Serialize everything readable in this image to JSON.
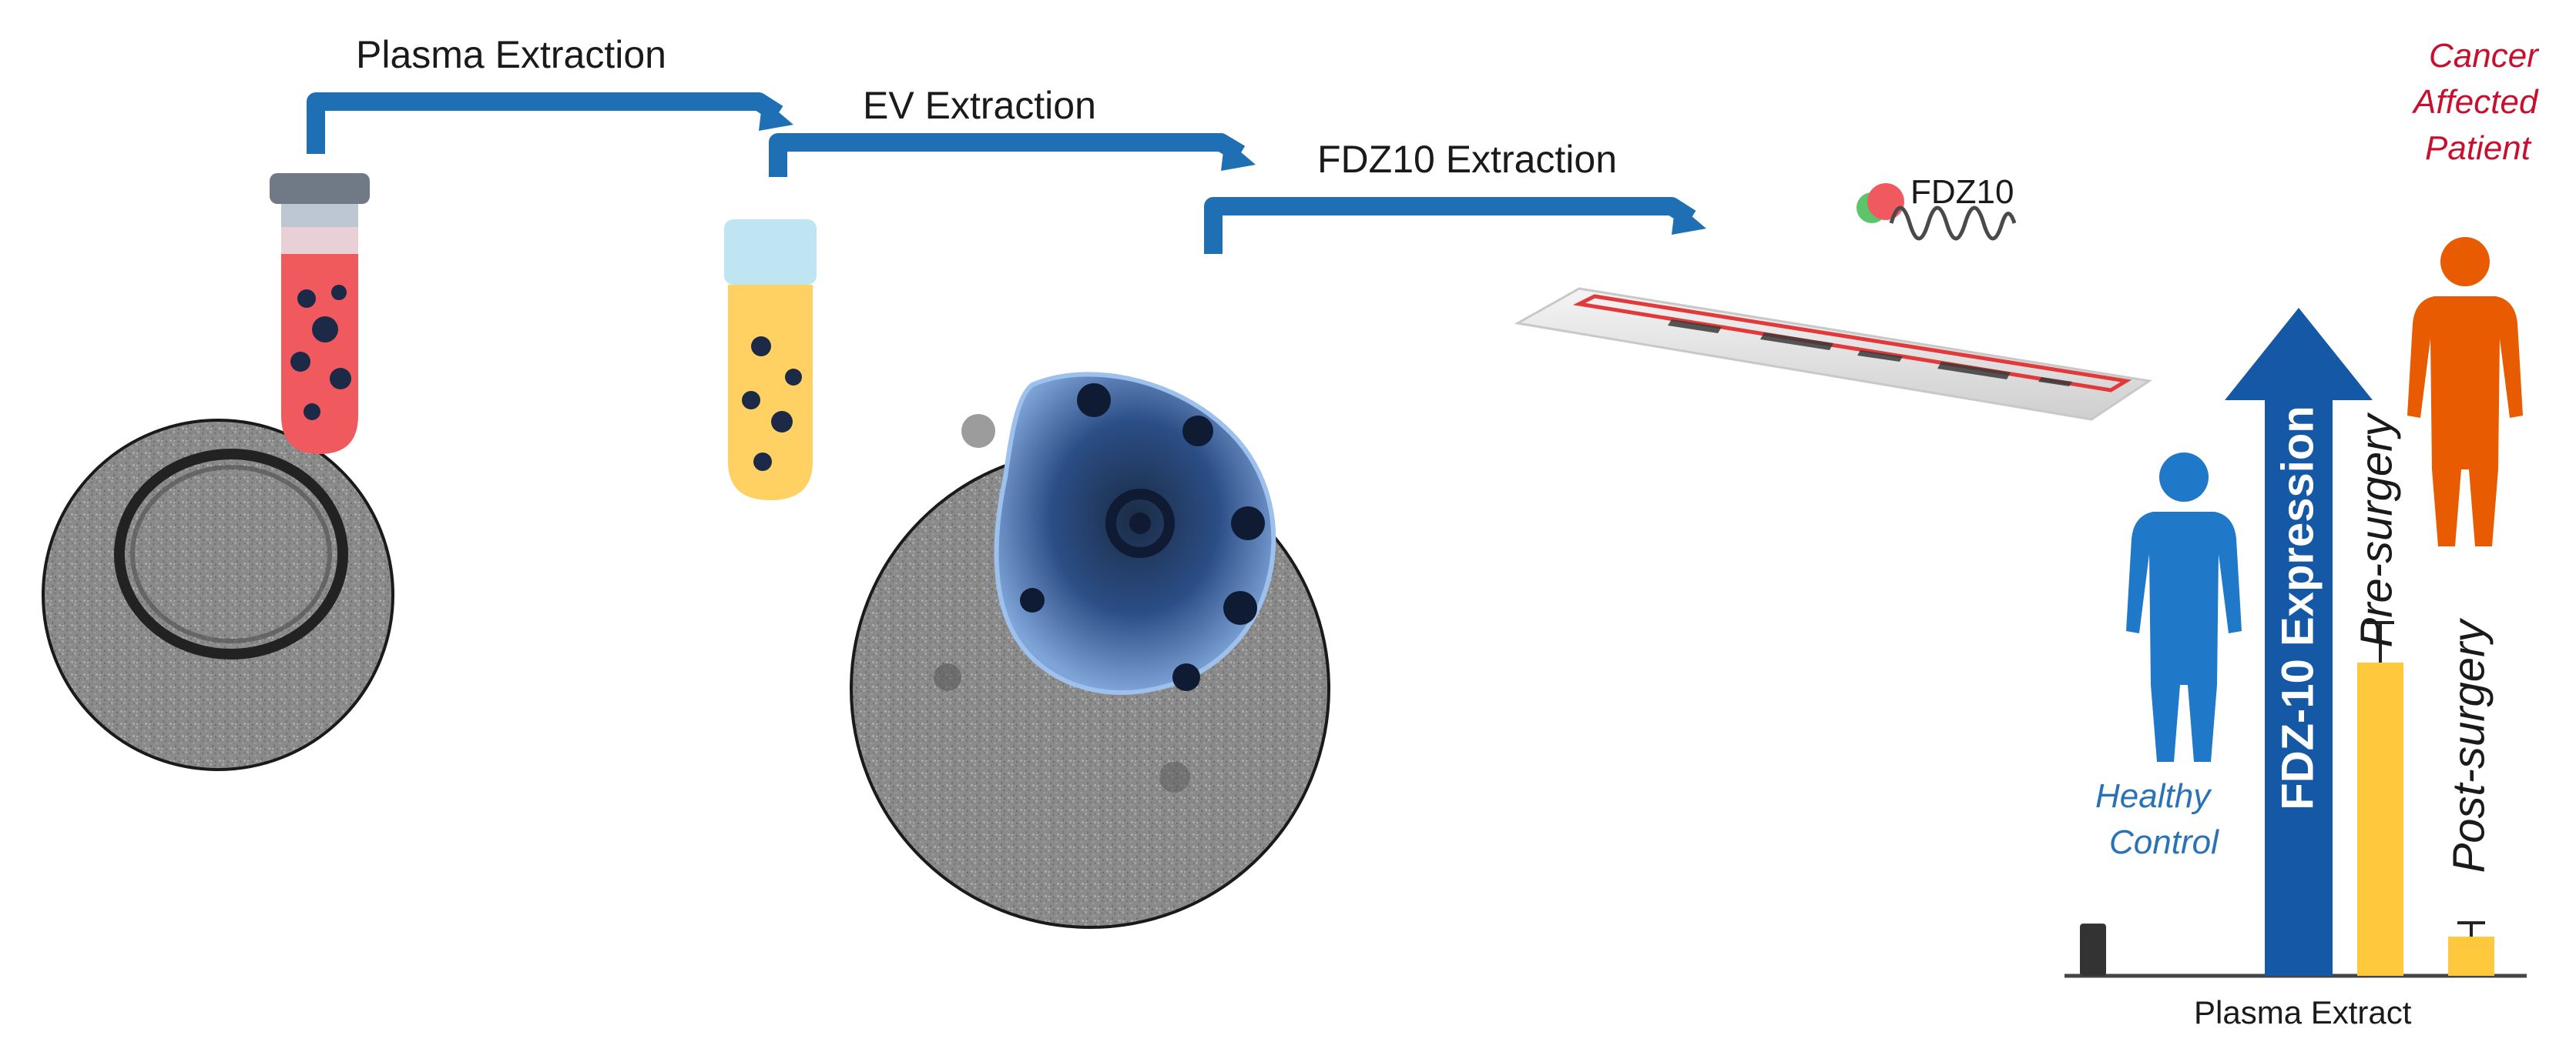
{
  "steps": {
    "plasma": "Plasma Extraction",
    "ev": "EV Extraction",
    "fdz10": "FDZ10 Extraction"
  },
  "strip": {
    "protein_label": "FDZ10"
  },
  "subjects": {
    "healthy_line1": "Healthy",
    "healthy_line2": "Control",
    "cancer_line1": "Cancer",
    "cancer_line2": "Affected",
    "cancer_line3": "Patient"
  },
  "chart_data": {
    "type": "bar",
    "categories": [
      "Healthy Control",
      "Pre-surgery",
      "Post-surgery"
    ],
    "series": [
      {
        "values": [
          0.08,
          0.48,
          0.06
        ]
      }
    ],
    "category_labels": [
      "Pre-surgery",
      "Post-surgery"
    ],
    "ylabel": "FDZ-10 Expression",
    "xlabel": "Plasma Extract",
    "ylim": [
      0,
      1
    ]
  },
  "colors": {
    "arrow_blue": "#1f6fb5",
    "tube_red": "#f05a5f",
    "tube_yellow": "#ffd062",
    "bar_yellow": "#ffc83d",
    "healthy_blue": "#1f78c8",
    "cancer_orange": "#e85b00",
    "cancer_text_red": "#d01c2c",
    "expression_arrow": "#1558a6",
    "cancer_text": "#c8102e",
    "healthy_text": "#2a72b8"
  }
}
